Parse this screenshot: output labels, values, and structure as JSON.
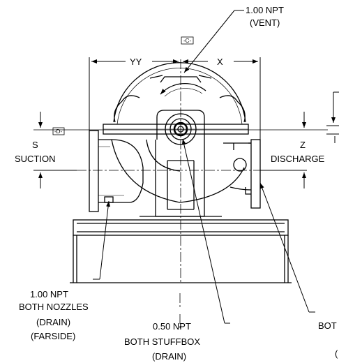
{
  "labels": {
    "vent": [
      "1.00 NPT",
      "(VENT)"
    ],
    "datum_c": "-C-",
    "datum_d": "-D-",
    "dim_yy": "YY",
    "dim_x": "X",
    "dim_s": "S",
    "suction": "SUCTION",
    "dim_z": "Z",
    "discharge": "DISCHARGE",
    "nozzle_drain": [
      "1.00 NPT",
      "BOTH NOZZLES",
      "(DRAIN)",
      "(FARSIDE)"
    ],
    "stuffbox_drain": [
      "0.50 NPT",
      "BOTH STUFFBOX",
      "(DRAIN)"
    ],
    "cut_right": "BOT",
    "cut_right_paren": "("
  },
  "colors": {
    "line": "#000000",
    "background": "#ffffff"
  }
}
